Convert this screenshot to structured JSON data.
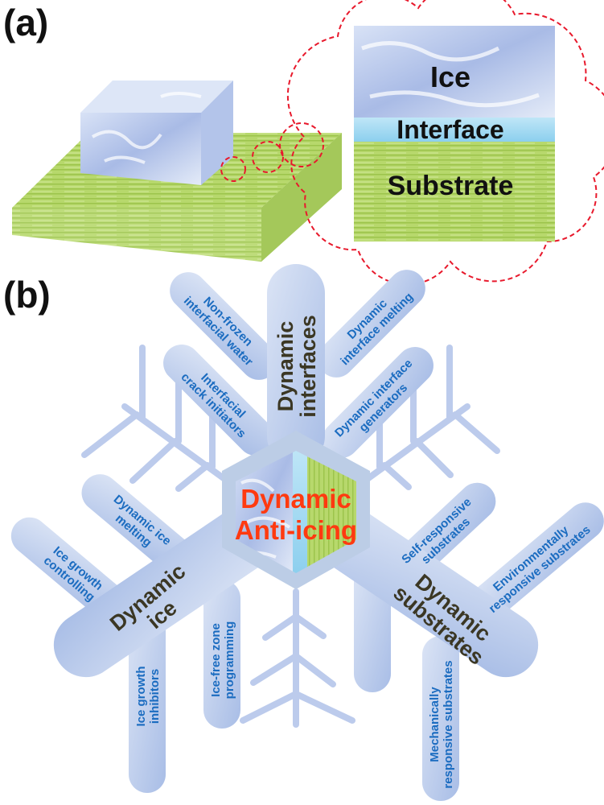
{
  "panel_a": {
    "label": "(a)",
    "inset": {
      "ice": "Ice",
      "interface": "Interface",
      "substrate": "Substrate"
    }
  },
  "panel_b": {
    "label": "(b)",
    "center": {
      "lines": [
        "Dynamic",
        "Anti-icing"
      ]
    },
    "main_arms": [
      {
        "lines": [
          "Dynamic",
          "interfaces"
        ]
      },
      {
        "lines": [
          "Dynamic",
          "ice"
        ]
      },
      {
        "lines": [
          "Dynamic",
          "substrates"
        ]
      }
    ],
    "branches": [
      {
        "lines": [
          "Non-frozen",
          "interfacial water"
        ]
      },
      {
        "lines": [
          "Dynamic",
          "interface melting"
        ]
      },
      {
        "lines": [
          "Interfacial",
          "crack initiators"
        ]
      },
      {
        "lines": [
          "Dynamic interface",
          "generators"
        ]
      },
      {
        "lines": [
          "Dynamic ice",
          "melting"
        ]
      },
      {
        "lines": [
          "Ice growth",
          "controlling"
        ]
      },
      {
        "lines": [
          "Ice growth",
          "inhibitors"
        ]
      },
      {
        "lines": [
          "Ice-free zone",
          "programming"
        ]
      },
      {
        "lines": [
          "Self-responsive",
          "substrates"
        ]
      },
      {
        "lines": [
          "Environmentally",
          "responsive substrates"
        ]
      },
      {
        "lines": [
          "Mechanically",
          "responsive substrates"
        ]
      }
    ]
  },
  "colors": {
    "center_text": "#ff3a10",
    "branch_text": "#1b6cc0",
    "arm_text": "#3b3724",
    "callout_dash": "#e8192c",
    "substrate": "#b5d66a",
    "ice": "#b9c9ee",
    "interface": "#9fd8f2"
  }
}
